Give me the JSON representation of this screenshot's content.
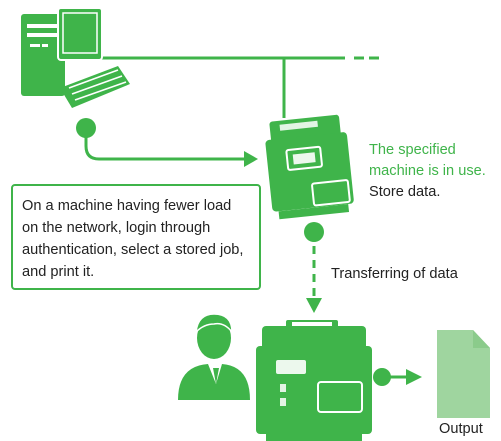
{
  "colors": {
    "accent": "#3fb44a",
    "accent_light": "#9fd59f",
    "text": "#222222",
    "background": "#ffffff"
  },
  "icons": [
    "desktop-computer-icon",
    "multifunction-printer-icon",
    "person-icon",
    "document-icon"
  ],
  "note": "On a machine having fewer load on the network, login through authentication, select a stored job, and print it.",
  "status": {
    "in_use": "The specified machine is in use.",
    "store": "Store data."
  },
  "transfer_label": "Transferring of data",
  "output_label": "Output"
}
